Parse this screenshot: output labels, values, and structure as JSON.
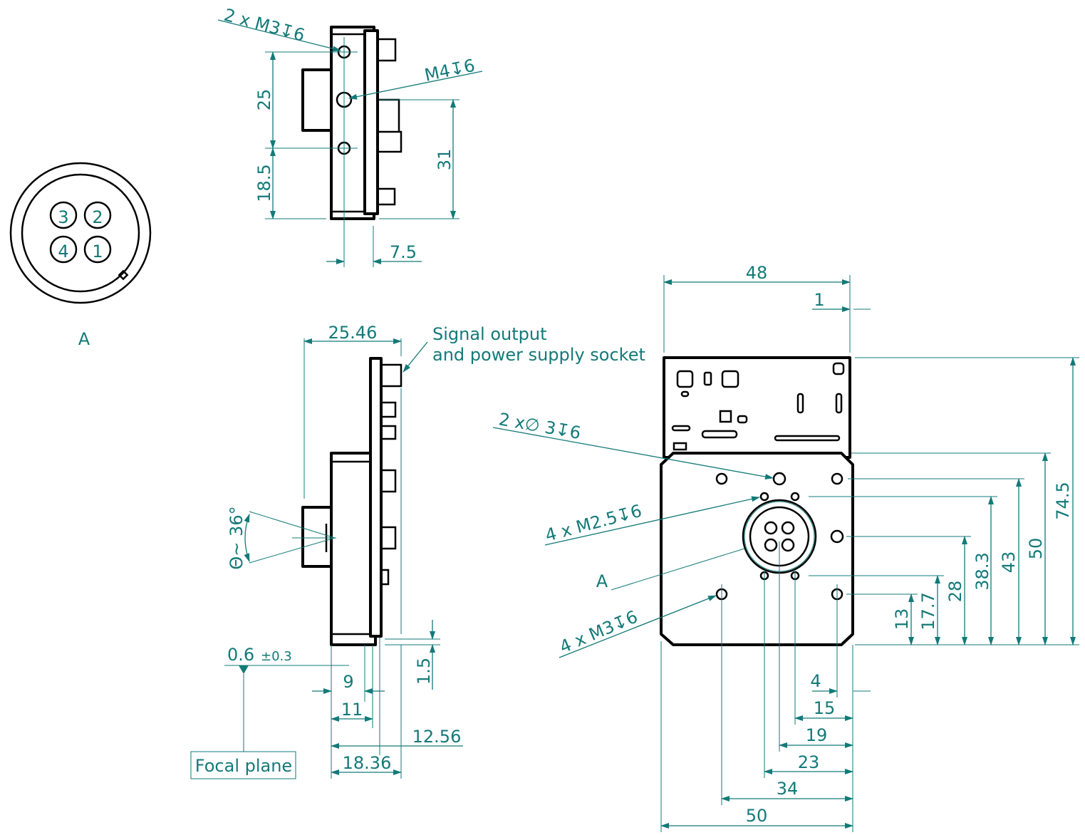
{
  "view_a": {
    "label": "A",
    "pins": [
      "3",
      "2",
      "4",
      "1"
    ]
  },
  "top_side_view": {
    "callout_m3": "2 x M3↧6",
    "callout_m4": "M4↧6",
    "dim_25": "25",
    "dim_18_5": "18.5",
    "dim_31": "31",
    "dim_7_5": "7.5"
  },
  "bottom_side_view": {
    "dim_25_46": "25.46",
    "socket_label_line1": "Signal output",
    "socket_label_line2": "and power supply socket",
    "angle": "Θ~ 36°",
    "dim_0_6": "0.6",
    "tolerance": "±0.3",
    "focal_plane": "Focal plane",
    "dim_9": "9",
    "dim_11": "11",
    "dim_12_56": "12.56",
    "dim_18_36": "18.36",
    "dim_1_5": "1.5"
  },
  "front_view": {
    "callout_2x_d3": "2 x∅ 3↧6",
    "callout_m2_5": "4 x M2.5↧6",
    "callout_a": "A",
    "callout_m3": "4 x M3↧6",
    "dim_48": "48",
    "dim_1": "1",
    "vertical_dims": [
      "74.5",
      "50",
      "43",
      "38.3",
      "28",
      "17.7",
      "13"
    ],
    "horizontal_dims": [
      "4",
      "15",
      "19",
      "23",
      "34",
      "50"
    ]
  },
  "colors": {
    "dimension": "#137a78",
    "outline": "#000000"
  }
}
